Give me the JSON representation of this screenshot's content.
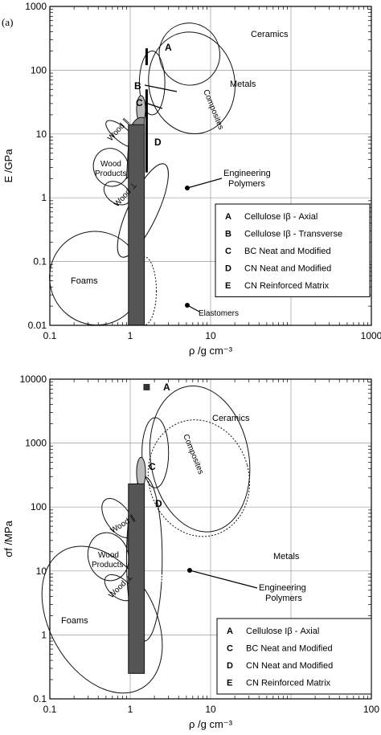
{
  "figure": {
    "panel_label": "(a)"
  },
  "chart_data": [
    {
      "type": "scatter",
      "title": "",
      "xlabel": "ρ  /g cm⁻³",
      "ylabel": "E  /GPa",
      "xscale": "log",
      "yscale": "log",
      "xlim": [
        0.1,
        1000
      ],
      "ylim": [
        0.01,
        1000
      ],
      "grid": true,
      "xticks": [
        "0.1",
        "1",
        "10",
        "1000"
      ],
      "yticks": [
        "0.01",
        "0.1",
        "1",
        "10",
        "100",
        "1000"
      ],
      "regions": [
        {
          "name": "Ceramics",
          "x_range": [
            2.3,
            13
          ],
          "y_range": [
            40,
            800
          ]
        },
        {
          "name": "Metals",
          "x_range": [
            1.7,
            20
          ],
          "y_range": [
            10,
            400
          ]
        },
        {
          "name": "Composites",
          "x_range": [
            1.3,
            2.7
          ],
          "y_range": [
            20,
            200
          ]
        },
        {
          "name": "Wood ∥",
          "x_range": [
            0.6,
            1.0
          ],
          "y_range": [
            5,
            20
          ]
        },
        {
          "name": "Wood Products",
          "x_range": [
            0.35,
            0.95
          ],
          "y_range": [
            1.5,
            6
          ]
        },
        {
          "name": "Wood ⊥",
          "x_range": [
            0.5,
            0.95
          ],
          "y_range": [
            0.7,
            2
          ]
        },
        {
          "name": "Engineering Polymers",
          "x_range": [
            0.9,
            2.3
          ],
          "y_range": [
            0.1,
            4
          ]
        },
        {
          "name": "Foams",
          "x_range": [
            0.1,
            1.4
          ],
          "y_range": [
            0.01,
            0.3
          ]
        },
        {
          "name": "Elastomers",
          "x_range": [
            1.0,
            2.2
          ],
          "y_range": [
            0.01,
            0.12
          ]
        }
      ],
      "series": [
        {
          "name": "Cellulose Iβ - Axial",
          "letter": "A",
          "x": 1.6,
          "y_range": [
            120,
            220
          ]
        },
        {
          "name": "Cellulose Iβ - Transverse",
          "letter": "B",
          "x": 1.6,
          "y_range": [
            2.5,
            50
          ]
        },
        {
          "name": "BC Neat and Modified",
          "letter": "C",
          "x_range": [
            1.2,
            1.55
          ],
          "y_range": [
            15,
            40
          ]
        },
        {
          "name": "CN Neat and Modified",
          "letter": "D",
          "x_range": [
            0.9,
            1.5
          ],
          "y_range": [
            2,
            20
          ]
        },
        {
          "name": "CN Reinforced Matrix",
          "letter": "E",
          "x_range": [
            0.95,
            1.5
          ],
          "y_range": [
            0.01,
            14
          ]
        }
      ],
      "annotations": [
        "A",
        "B",
        "C",
        "D",
        "E"
      ],
      "legend": {
        "placement": "lower-right",
        "entries": [
          {
            "key": "A",
            "label": "Cellulose Iβ - Axial"
          },
          {
            "key": "B",
            "label": "Cellulose Iβ - Transverse"
          },
          {
            "key": "C",
            "label": "BC Neat and Modified"
          },
          {
            "key": "D",
            "label": "CN Neat and Modified"
          },
          {
            "key": "E",
            "label": "CN Reinforced Matrix"
          }
        ]
      }
    },
    {
      "type": "scatter",
      "title": "",
      "xlabel": "ρ  /g cm⁻³",
      "ylabel": "σf  /MPa",
      "xscale": "log",
      "yscale": "log",
      "xlim": [
        0.1,
        1000
      ],
      "ylim": [
        0.1,
        10000
      ],
      "grid": true,
      "xticks": [
        "0.1",
        "1",
        "10",
        "100"
      ],
      "yticks": [
        "0.1",
        "1",
        "10",
        "100",
        "1000",
        "10000"
      ],
      "regions": [
        {
          "name": "Ceramics",
          "x_range": [
            1.8,
            30
          ],
          "y_range": [
            40,
            8000
          ]
        },
        {
          "name": "Metals",
          "x_range": [
            1.7,
            30
          ],
          "y_range": [
            20,
            4000
          ]
        },
        {
          "name": "Composites",
          "x_range": [
            1.4,
            3.0
          ],
          "y_range": [
            200,
            2500
          ]
        },
        {
          "name": "Wood ∥",
          "x_range": [
            0.5,
            1.0
          ],
          "y_range": [
            30,
            150
          ]
        },
        {
          "name": "Wood Products",
          "x_range": [
            0.3,
            0.95
          ],
          "y_range": [
            7,
            40
          ]
        },
        {
          "name": "Wood ⊥",
          "x_range": [
            0.55,
            0.95
          ],
          "y_range": [
            3,
            10
          ]
        },
        {
          "name": "Engineering Polymers",
          "x_range": [
            0.9,
            2.5
          ],
          "y_range": [
            0.8,
            300
          ]
        },
        {
          "name": "Foams",
          "x_range": [
            0.1,
            2.0
          ],
          "y_range": [
            0.1,
            30
          ]
        }
      ],
      "series": [
        {
          "name": "Cellulose Iβ - Axial",
          "letter": "A",
          "x": 1.6,
          "y": 7500
        },
        {
          "name": "BC Neat and Modified",
          "letter": "C",
          "x_range": [
            1.2,
            1.55
          ],
          "y_range": [
            200,
            600
          ]
        },
        {
          "name": "CN Neat and Modified",
          "letter": "D",
          "x_range": [
            0.9,
            1.5
          ],
          "y_range": [
            20,
            210
          ]
        },
        {
          "name": "CN Reinforced Matrix",
          "letter": "E",
          "x_range": [
            0.95,
            1.5
          ],
          "y_range": [
            0.25,
            230
          ]
        }
      ],
      "annotations": [
        "A",
        "C",
        "D",
        "E"
      ],
      "legend": {
        "placement": "lower-right",
        "entries": [
          {
            "key": "A",
            "label": "Cellulose Iβ - Axial"
          },
          {
            "key": "C",
            "label": "BC Neat and Modified"
          },
          {
            "key": "D",
            "label": "CN Neat and Modified"
          },
          {
            "key": "E",
            "label": "CN Reinforced Matrix"
          }
        ]
      }
    }
  ]
}
